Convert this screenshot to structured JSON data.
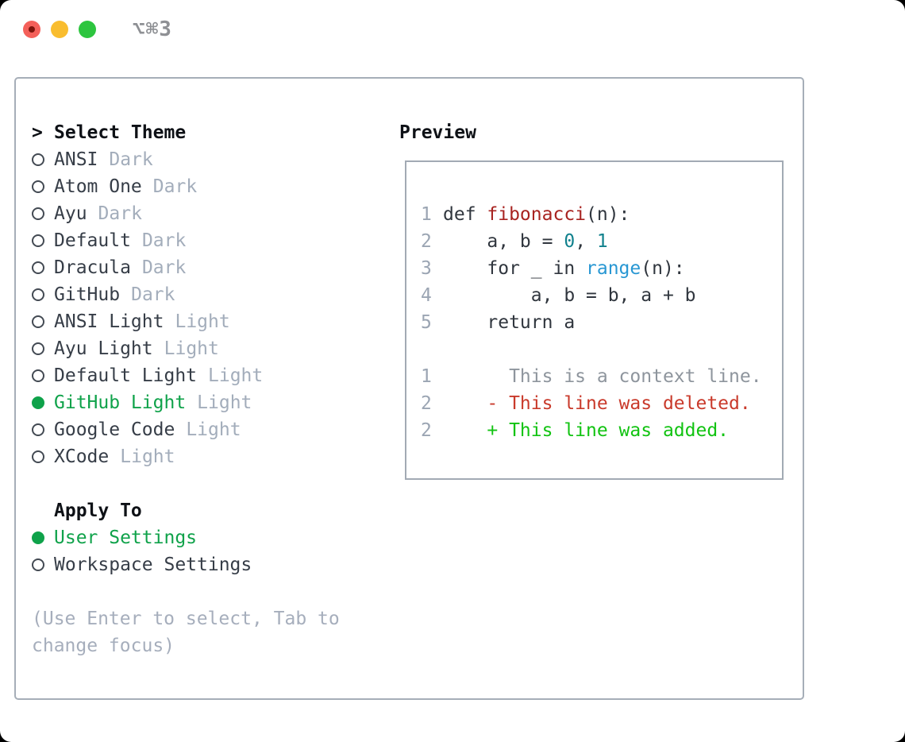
{
  "window": {
    "title": "⌥⌘3",
    "traffic_lights": [
      "close",
      "minimize",
      "zoom"
    ]
  },
  "colors": {
    "trafficRed": "#f4605a",
    "trafficRedDot": "#7d140c",
    "trafficYellow": "#f9bd2f",
    "trafficGreen": "#2dc53f",
    "titleGray": "#8e9094",
    "panelBorder": "#a6aeb8",
    "previewBorder": "#a2aab4",
    "headerText": "#0e1116",
    "itemText": "#363d47",
    "mutedText": "#a3adbb",
    "hintText": "#a6aebc",
    "circleStroke": "#434a53",
    "accentGreen": "#0fa24a",
    "gutter": "#9ba5b3",
    "codeText": "#30363e",
    "funcRed": "#a82320",
    "callBlue": "#2897d3",
    "numTeal": "#11818d",
    "contextGray": "#8e959d",
    "deletedRed": "#c93a2b",
    "addedGreen": "#12c312"
  },
  "theme_picker": {
    "header_prefix": ">",
    "header": "Select Theme",
    "items": [
      {
        "name": "ANSI",
        "variant": "Dark",
        "selected": false
      },
      {
        "name": "Atom One",
        "variant": "Dark",
        "selected": false
      },
      {
        "name": "Ayu",
        "variant": "Dark",
        "selected": false
      },
      {
        "name": "Default",
        "variant": "Dark",
        "selected": false
      },
      {
        "name": "Dracula",
        "variant": "Dark",
        "selected": false
      },
      {
        "name": "GitHub",
        "variant": "Dark",
        "selected": false
      },
      {
        "name": "ANSI Light",
        "variant": "Light",
        "selected": false
      },
      {
        "name": "Ayu Light",
        "variant": "Light",
        "selected": false
      },
      {
        "name": "Default Light",
        "variant": "Light",
        "selected": false
      },
      {
        "name": "GitHub Light",
        "variant": "Light",
        "selected": true
      },
      {
        "name": "Google Code",
        "variant": "Light",
        "selected": false
      },
      {
        "name": "XCode",
        "variant": "Light",
        "selected": false
      }
    ]
  },
  "apply_to": {
    "header": "Apply To",
    "options": [
      {
        "label": "User Settings",
        "selected": true
      },
      {
        "label": "Workspace Settings",
        "selected": false
      }
    ]
  },
  "hint_lines": [
    "(Use Enter to select, Tab to",
    "change focus)"
  ],
  "preview": {
    "header": "Preview",
    "py_lines": [
      {
        "num": "1",
        "segs": [
          {
            "t": "def ",
            "c": "code"
          },
          {
            "t": "fibonacci",
            "c": "func"
          },
          {
            "t": "(n):",
            "c": "code"
          }
        ]
      },
      {
        "num": "2",
        "segs": [
          {
            "t": "    a, b = ",
            "c": "code"
          },
          {
            "t": "0",
            "c": "num"
          },
          {
            "t": ", ",
            "c": "code"
          },
          {
            "t": "1",
            "c": "num"
          }
        ]
      },
      {
        "num": "3",
        "segs": [
          {
            "t": "    for _ in ",
            "c": "code"
          },
          {
            "t": "range",
            "c": "call"
          },
          {
            "t": "(n):",
            "c": "code"
          }
        ]
      },
      {
        "num": "4",
        "segs": [
          {
            "t": "        a, b = b, a + b",
            "c": "code"
          }
        ]
      },
      {
        "num": "5",
        "segs": [
          {
            "t": "    return a",
            "c": "code"
          }
        ]
      }
    ],
    "diff_lines": [
      {
        "num": "1",
        "segs": [
          {
            "t": "      This is a context line.",
            "c": "context"
          }
        ]
      },
      {
        "num": "2",
        "segs": [
          {
            "t": "    - This line was deleted.",
            "c": "deleted"
          }
        ]
      },
      {
        "num": "2",
        "segs": [
          {
            "t": "    + This line was added.",
            "c": "added"
          }
        ]
      }
    ]
  }
}
